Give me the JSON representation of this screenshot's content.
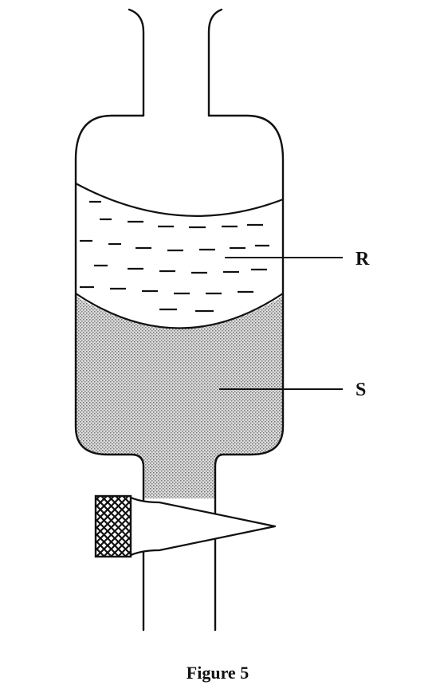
{
  "figure": {
    "caption": "Figure 5",
    "labels": {
      "upper_layer": "R",
      "lower_layer": "S"
    },
    "colors": {
      "ink": "#111111",
      "lower_liquid": "#bdbdbd",
      "background": "#ffffff"
    }
  }
}
